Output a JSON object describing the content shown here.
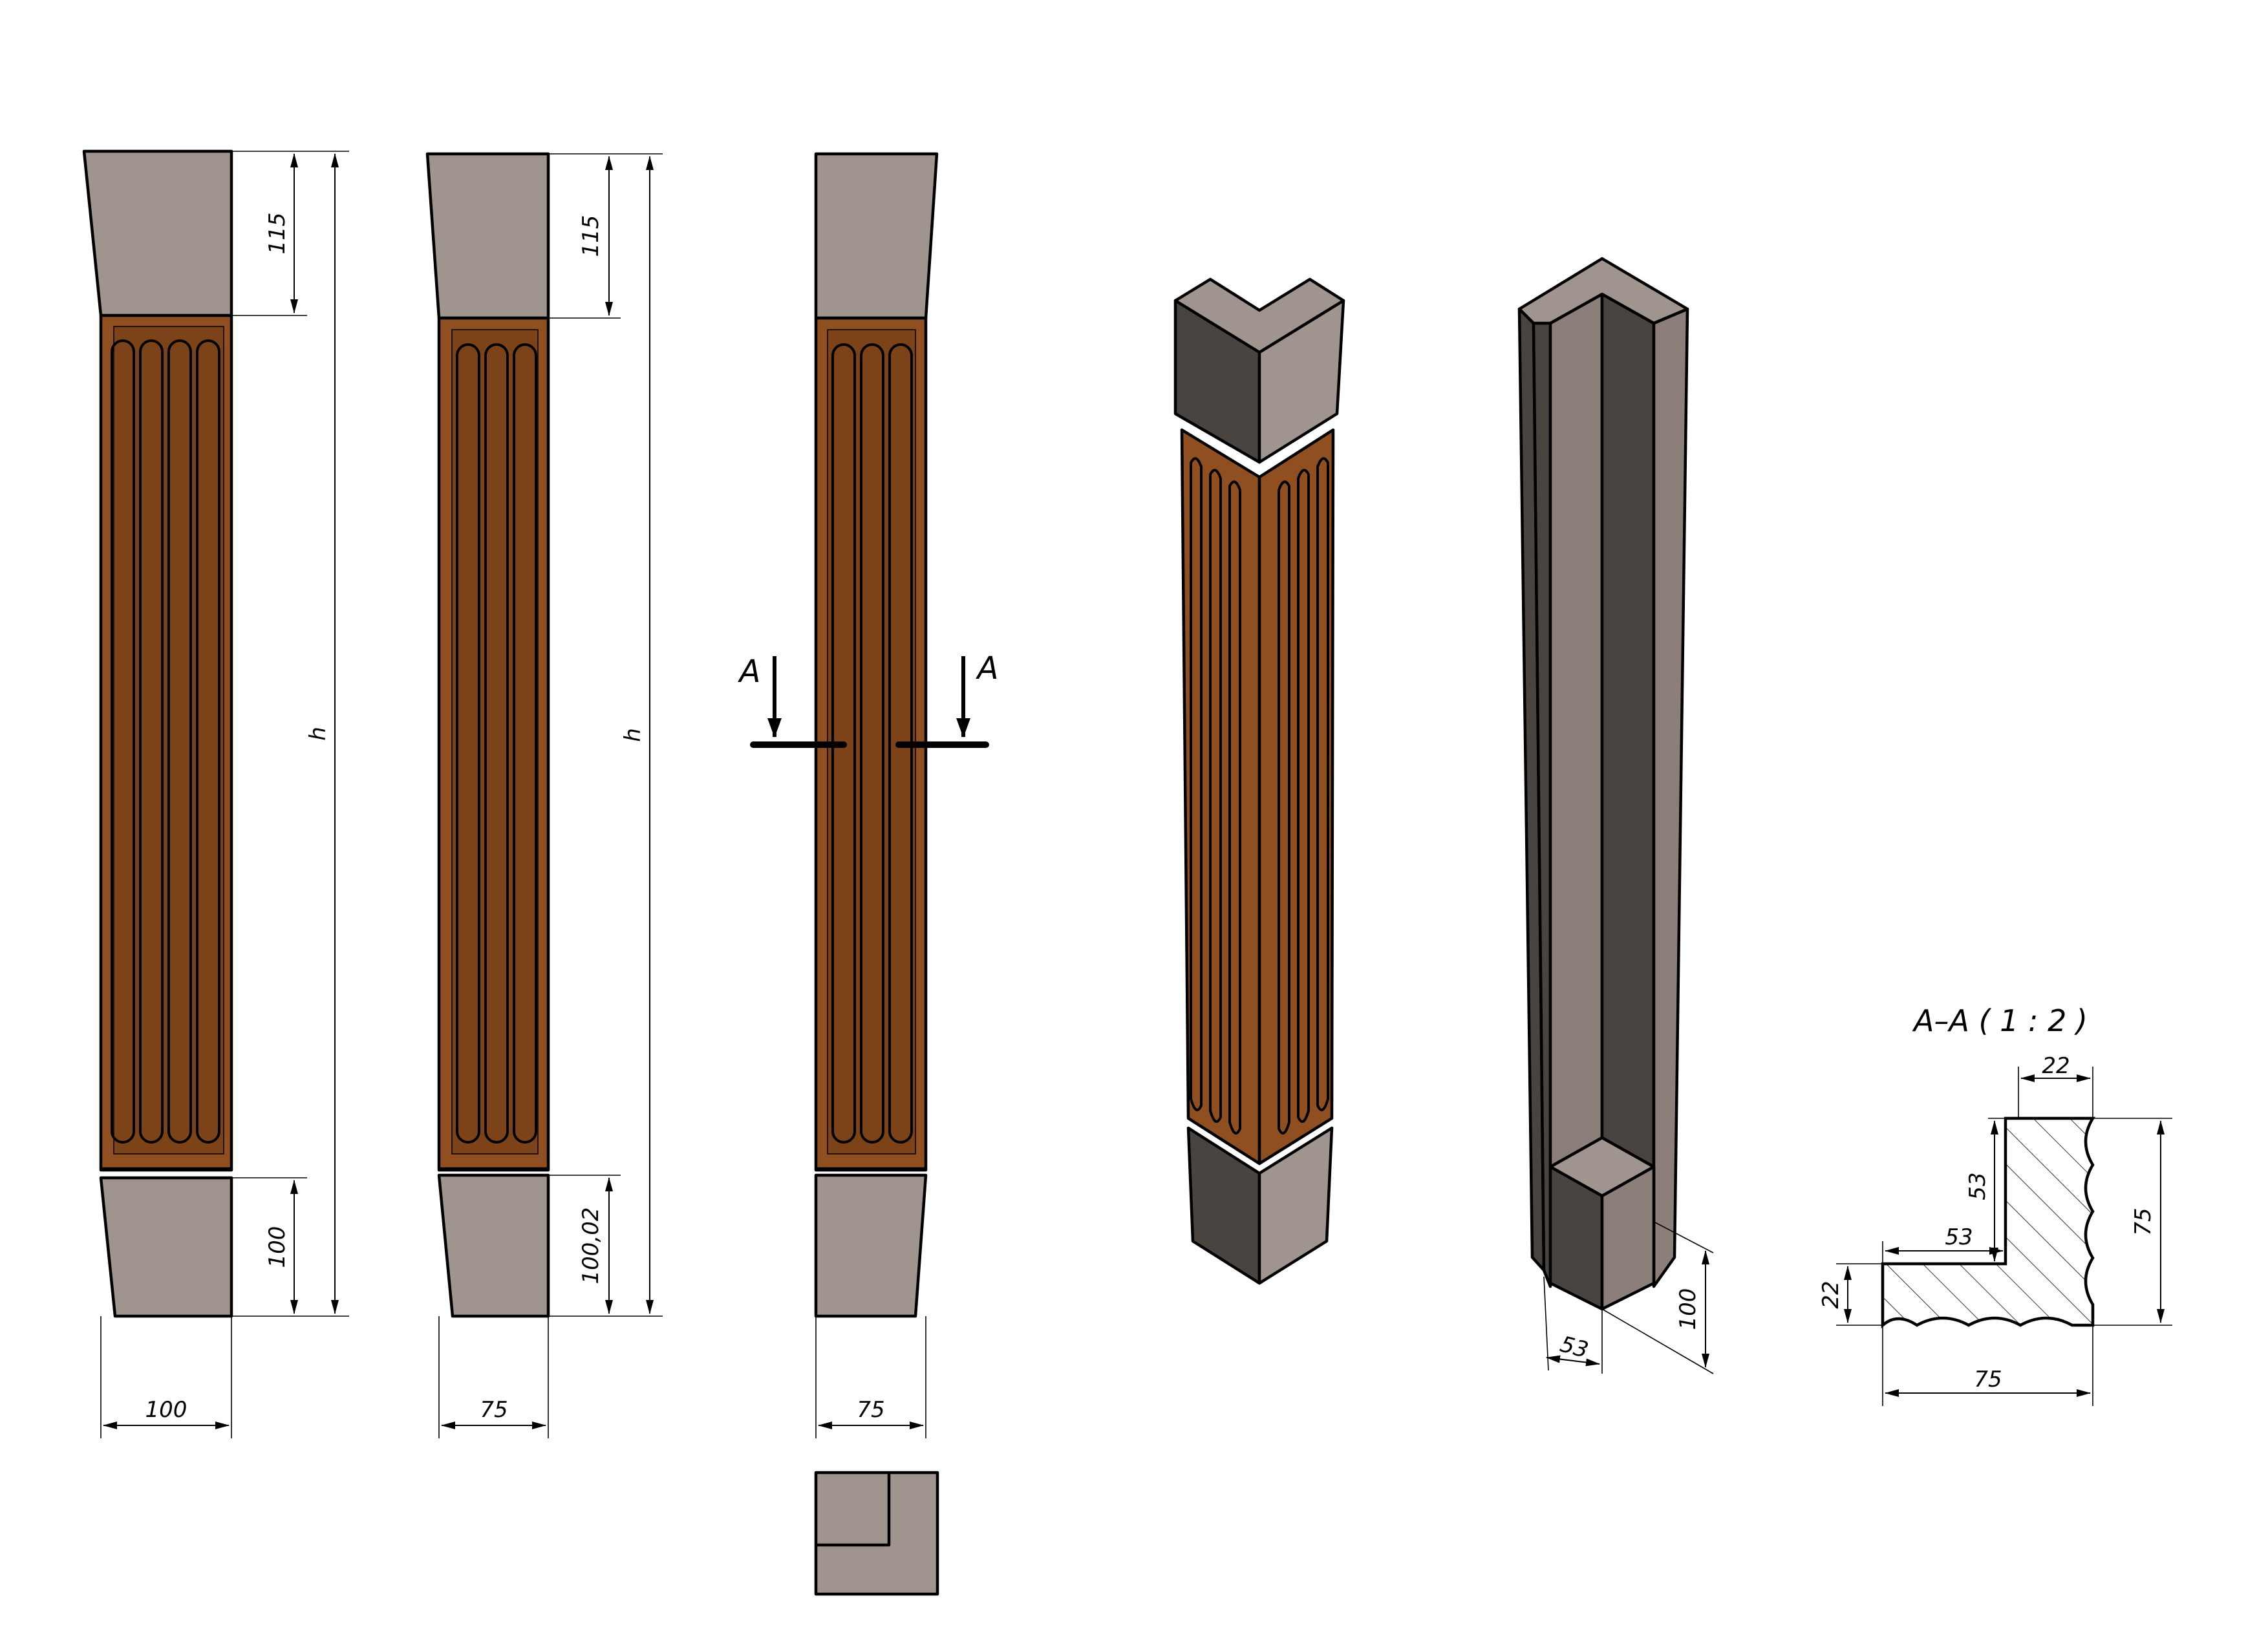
{
  "colors": {
    "wood": "#8f4f21",
    "wood_dark": "#7c4218",
    "stone": "#9f948e",
    "stone_dark": "#4a4440",
    "stone_mid": "#8c7f7a",
    "line": "#000000"
  },
  "views": {
    "front_wide": {
      "dim_top": "115",
      "dim_height": "h",
      "dim_bottom": "100",
      "dim_width": "100"
    },
    "front_narrow": {
      "dim_top": "115",
      "dim_height": "h",
      "dim_bottom": "100,02",
      "dim_width": "75"
    },
    "side": {
      "cut_label_left": "A",
      "cut_label_right": "A",
      "dim_width": "75"
    },
    "iso_back": {
      "dim_base_width": "53",
      "dim_base_height": "100"
    },
    "section": {
      "title": "A–A ( 1 : 2 )",
      "dim_top_thickness": "22",
      "dim_vert_inner": "53",
      "dim_horiz_inner": "53",
      "dim_left_thickness": "22",
      "dim_total_height": "75",
      "dim_total_width": "75"
    }
  }
}
